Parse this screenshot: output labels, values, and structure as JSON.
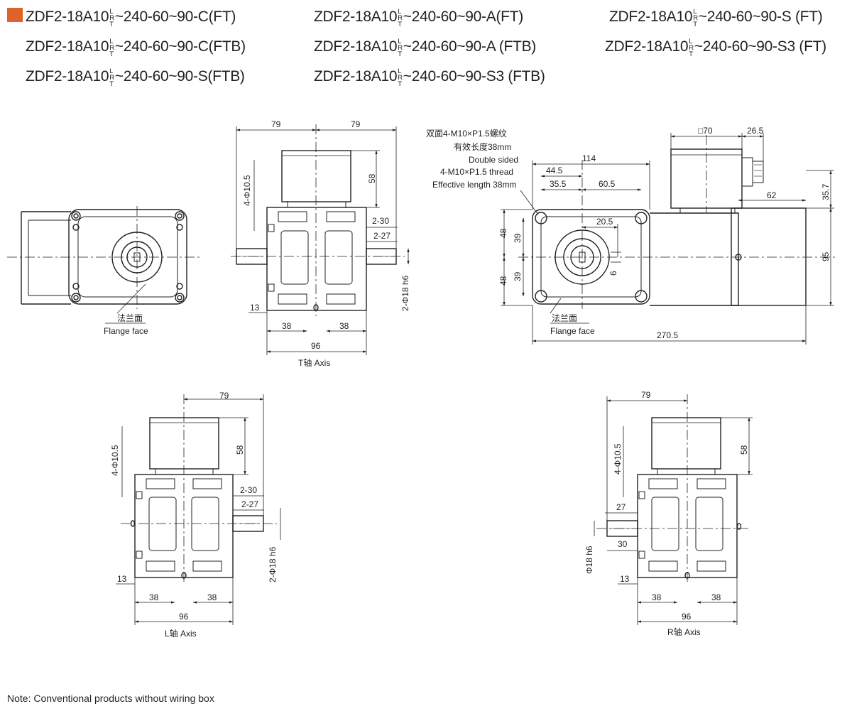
{
  "models": {
    "stack_letters": [
      "L",
      "R",
      "T"
    ],
    "items": [
      {
        "prefix": "ZDF2-18A10",
        "suffix": "~240-60~90-C(FT)"
      },
      {
        "prefix": "ZDF2-18A10",
        "suffix": "~240-60~90-C(FTB)"
      },
      {
        "prefix": "ZDF2-18A10",
        "suffix": "~240-60~90-S(FTB)"
      },
      {
        "prefix": "ZDF2-18A10",
        "suffix": "~240-60~90-A(FT)"
      },
      {
        "prefix": "ZDF2-18A10",
        "suffix": "~240-60~90-A (FTB)"
      },
      {
        "prefix": "ZDF2-18A10",
        "suffix": "~240-60~90-S3 (FTB)"
      },
      {
        "prefix": "ZDF2-18A10",
        "suffix": "~240-60~90-S (FT)"
      },
      {
        "prefix": "ZDF2-18A10",
        "suffix": "~240-60~90-S3 (FT)"
      }
    ],
    "accent_color": "#e0622a"
  },
  "front_view": {
    "flange_cn": "法兰面",
    "flange_en": "Flange face"
  },
  "t_axis": {
    "caption": "T轴 Axis",
    "dims": {
      "w_left": "79",
      "w_right": "79",
      "h_box": "58",
      "holes": "4-Φ10.5",
      "d1": "2-30",
      "d2": "2-27",
      "shaft": "2-Φ18 h6",
      "d13": "13",
      "d38a": "38",
      "d38b": "38",
      "d96": "96"
    }
  },
  "side_view": {
    "thread_cn1": "双面4-M10×P1.5螺纹",
    "thread_cn2": "有效长度38mm",
    "thread_en1": "Double sided",
    "thread_en2": "4-M10×P1.5 thread",
    "thread_en3": "Effective length 38mm",
    "flange_cn": "法兰面",
    "flange_en": "Flange face",
    "dims": {
      "sq": "□70",
      "d26": "26.5",
      "d114": "114",
      "d44": "44.5",
      "d35": "35.5",
      "d60": "60.5",
      "d20": "20.5",
      "d6": "6",
      "d62": "62",
      "d35_7": "35.7",
      "d95": "95",
      "d48a": "48",
      "d48b": "48",
      "d39a": "39",
      "d39b": "39",
      "d270": "270.5"
    }
  },
  "l_axis": {
    "caption": "L轴 Axis",
    "dims": {
      "w": "79",
      "h_box": "58",
      "holes": "4-Φ10.5",
      "d1": "2-30",
      "d2": "2-27",
      "shaft": "2-Φ18 h6",
      "d13": "13",
      "d38a": "38",
      "d38b": "38",
      "d96": "96"
    }
  },
  "r_axis": {
    "caption": "R轴 Axis",
    "dims": {
      "w": "79",
      "h_box": "58",
      "holes": "4-Φ10.5",
      "d27": "27",
      "d30": "30",
      "shaft": "Φ18 h6",
      "d13": "13",
      "d38a": "38",
      "d38b": "38",
      "d96": "96"
    }
  },
  "note": "Note: Conventional products without wiring box"
}
